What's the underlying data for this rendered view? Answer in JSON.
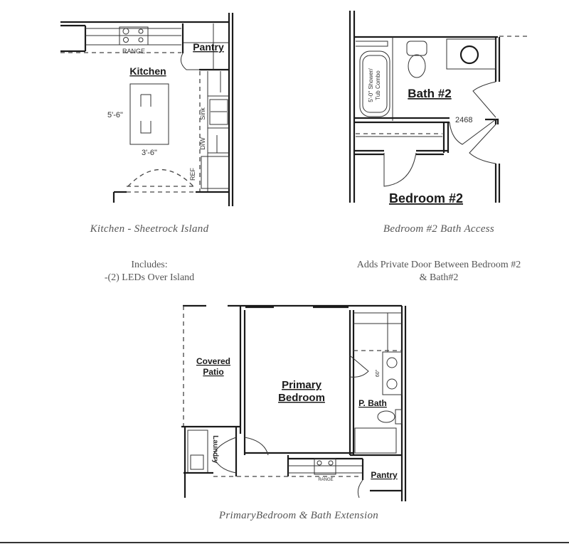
{
  "kitchen": {
    "room_label": "Kitchen",
    "pantry_label": "Pantry",
    "range_label": "RANGE",
    "sink_label": "Sink",
    "dw_label": "D/W",
    "ref_label": "REF",
    "island_length": "5'-6\"",
    "island_width": "3'-6\"",
    "caption": "Kitchen - Sheetrock Island",
    "includes_heading": "Includes:",
    "includes_item": "-(2) LEDs Over Island"
  },
  "bath2": {
    "bath_label": "Bath #2",
    "bedroom_label": "Bedroom #2",
    "tub_label_1": "5'-0\" Shower/",
    "tub_label_2": "Tub Combo",
    "door_label": "2468",
    "caption": "Bedroom #2 Bath Access",
    "description_line1": "Adds Private Door Between Bedroom #2",
    "description_line2": "& Bath#2"
  },
  "primary": {
    "patio_label_1": "Covered",
    "patio_label_2": "Patio",
    "bedroom_label_1": "Primary",
    "bedroom_label_2": "Bedroom",
    "bath_label": "P. Bath",
    "laundry_label": "Laundry",
    "pantry_label": "Pantry",
    "range_label": "RANGE",
    "vanity_label": "60\"",
    "caption": "PrimaryBedroom & Bath Extension"
  }
}
